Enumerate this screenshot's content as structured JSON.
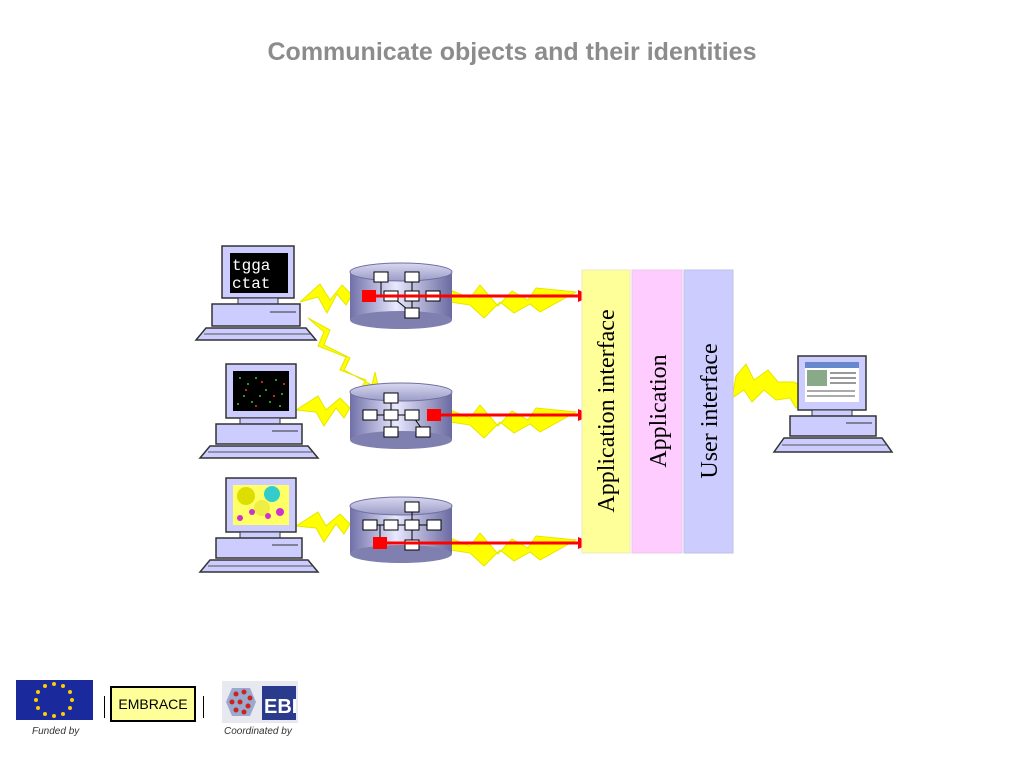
{
  "title": "Communicate objects and their identities",
  "layers": {
    "application_interface": "Application interface",
    "application": "Application",
    "user_interface": "User interface"
  },
  "monitor_text": {
    "line1": "tgga",
    "line2": "ctat"
  },
  "footer": {
    "funded_by": "Funded by",
    "embrace": "EMBRACE",
    "coordinated_by": "Coordinated by",
    "ebi": "EBI"
  },
  "colors": {
    "title": "#8c8c8c",
    "application_interface": "#ffff99",
    "application": "#ffccff",
    "user_interface": "#ccccff",
    "lightning": "#ffff00",
    "arrow": "#ff0000",
    "computer": "#ccccff"
  },
  "icons": [
    "computer-icon",
    "database-icon",
    "lightning-icon",
    "eu-flag-icon",
    "ebi-logo-icon"
  ]
}
